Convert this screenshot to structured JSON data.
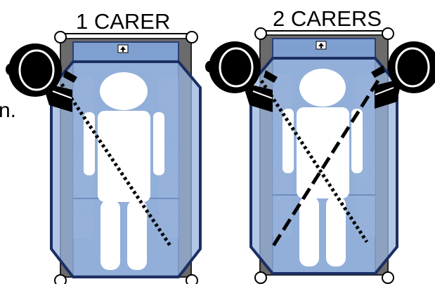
{
  "panels": [
    {
      "title": "1 CARER"
    },
    {
      "title": "2 CARERS"
    }
  ],
  "edge_text": "n.",
  "icons": {
    "arrow": "up-arrow-icon",
    "carer": "carer-head-icon"
  },
  "colors": {
    "mattress_fill": "#7f9fd0",
    "mattress_inner": "#98b4dc",
    "frame": "#1b2f63",
    "bed_grey": "#6b6b6b",
    "figure": "#ffffff",
    "diagonal": "#000000"
  }
}
